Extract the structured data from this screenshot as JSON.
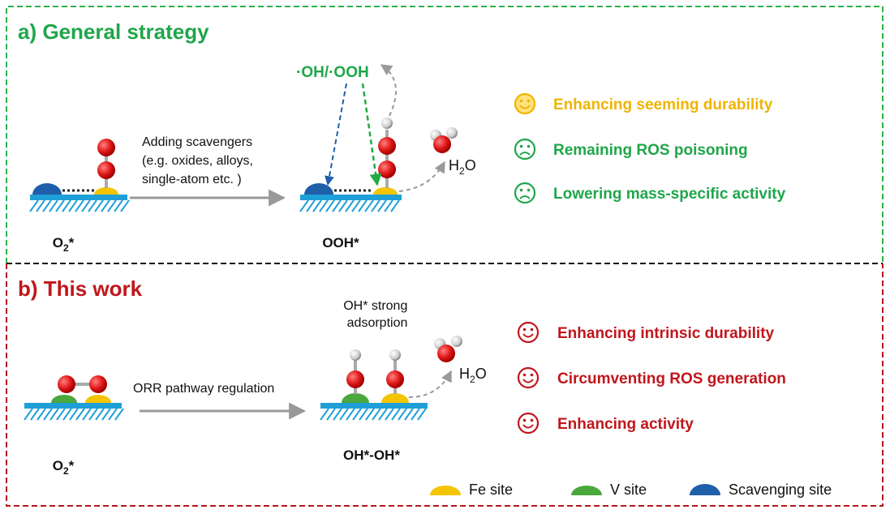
{
  "colors": {
    "panel_a_border": "#2db34a",
    "panel_b_border": "#b5161c",
    "panel_ab_divider": "#000000",
    "green_text": "#1fa64a",
    "red_text": "#c0161c",
    "yellow_text": "#f0b400",
    "fe_site": "#f5c400",
    "v_site": "#4aa83c",
    "scavenging_site": "#1f5ea8",
    "surface": "#1e9fd8",
    "oxygen": "#e02020",
    "hydrogen": "#d8d8d8",
    "arrow_gray": "#999999",
    "arrow_blue_dashed": "#1f5ea8",
    "arrow_green_dashed": "#22aa44"
  },
  "panel_a": {
    "title": "a) General strategy",
    "radicals": "·OH/·OOH",
    "arrow_label": [
      "Adding scavengers",
      "(e.g. oxides, alloys,",
      "single-atom etc. )"
    ],
    "initial_label": "O",
    "initial_sub": "2",
    "initial_star": "*",
    "product_label": "OOH*",
    "water": "H",
    "water_sub": "2",
    "water_end": "O",
    "outcomes": [
      {
        "face": "smile",
        "text": "Enhancing seeming durability",
        "color": "#f0b400"
      },
      {
        "face": "sad",
        "text": "Remaining ROS poisoning",
        "color": "#1fa64a"
      },
      {
        "face": "sad",
        "text": "Lowering mass-specific activity",
        "color": "#1fa64a"
      }
    ]
  },
  "panel_b": {
    "title": "b) This work",
    "adsorption_note": [
      "OH* strong",
      "adsorption"
    ],
    "arrow_label": "ORR pathway regulation",
    "initial_label": "O",
    "initial_sub": "2",
    "initial_star": "*",
    "product_label": "OH*-OH*",
    "water": "H",
    "water_sub": "2",
    "water_end": "O",
    "outcomes": [
      {
        "face": "smile",
        "text": "Enhancing intrinsic durability",
        "color": "#c0161c"
      },
      {
        "face": "smile",
        "text": "Circumventing ROS generation",
        "color": "#c0161c"
      },
      {
        "face": "smile",
        "text": "Enhancing activity",
        "color": "#c0161c"
      }
    ]
  },
  "legend": [
    {
      "name": "fe",
      "label": "Fe site",
      "color": "#f5c400"
    },
    {
      "name": "v",
      "label": "V site",
      "color": "#4aa83c"
    },
    {
      "name": "scavenging",
      "label": "Scavenging site",
      "color": "#1f5ea8"
    }
  ]
}
